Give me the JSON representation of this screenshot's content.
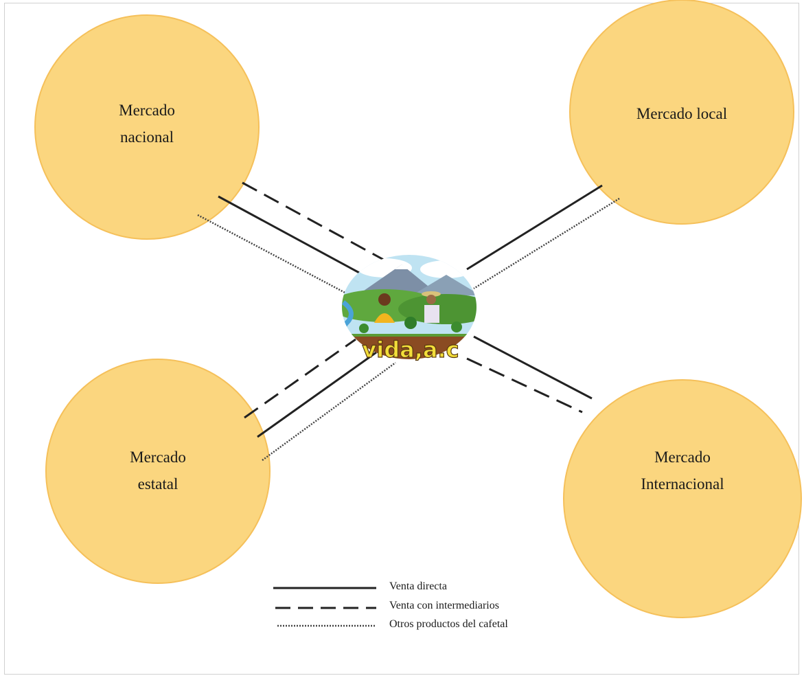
{
  "nodes": {
    "nacional": "Mercado\nnacional",
    "local": "Mercado  local",
    "estatal": "Mercado\nestatal",
    "internacional": "Mercado\nInternacional"
  },
  "logo": {
    "text": "vida,a.c"
  },
  "legend": {
    "direct": "Venta directa",
    "intermediaries": "Venta con intermediarios",
    "other": "Otros productos del cafetal"
  },
  "colors": {
    "node_fill": "#fbd67f",
    "node_stroke": "#f5c05a",
    "line": "#222222"
  }
}
